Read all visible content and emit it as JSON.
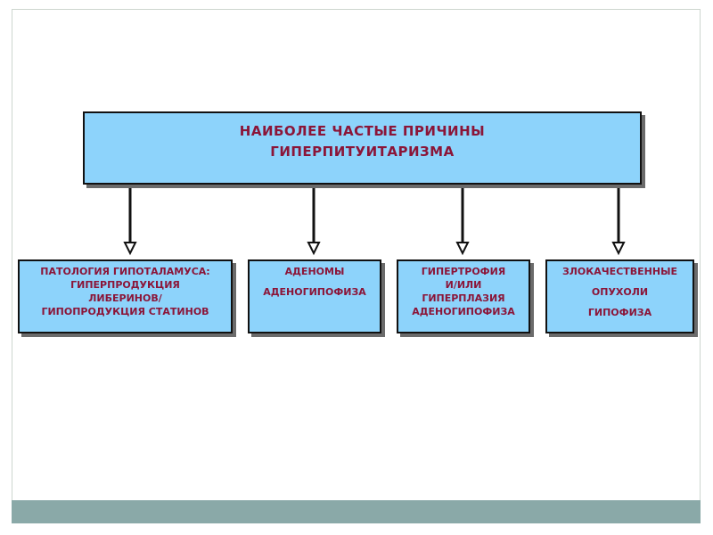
{
  "title": {
    "line1": "НАИБОЛЕЕ  ЧАСТЫЕ  ПРИЧИНЫ",
    "line2": "ГИПЕРПИТУИТАРИЗМА"
  },
  "causes": [
    {
      "lines": [
        "ПАТОЛОГИЯ  ГИПОТАЛАМУСА:",
        "ГИПЕРПРОДУКЦИЯ",
        "ЛИБЕРИНОВ/",
        "ГИПОПРОДУКЦИЯ  СТАТИНОВ"
      ]
    },
    {
      "lines": [
        "АДЕНОМЫ",
        "АДЕНОГИПОФИЗА"
      ]
    },
    {
      "lines": [
        "ГИПЕРТРОФИЯ",
        "И/ИЛИ",
        "ГИПЕРПЛАЗИЯ",
        "АДЕНОГИПОФИЗА"
      ]
    },
    {
      "lines": [
        "ЗЛОКАЧЕСТВЕННЫЕ",
        "ОПУХОЛИ",
        "ГИПОФИЗА"
      ]
    }
  ],
  "colors": {
    "box_fill": "#8dd3fb",
    "text": "#8b1538",
    "footer": "#8aa9a8"
  }
}
